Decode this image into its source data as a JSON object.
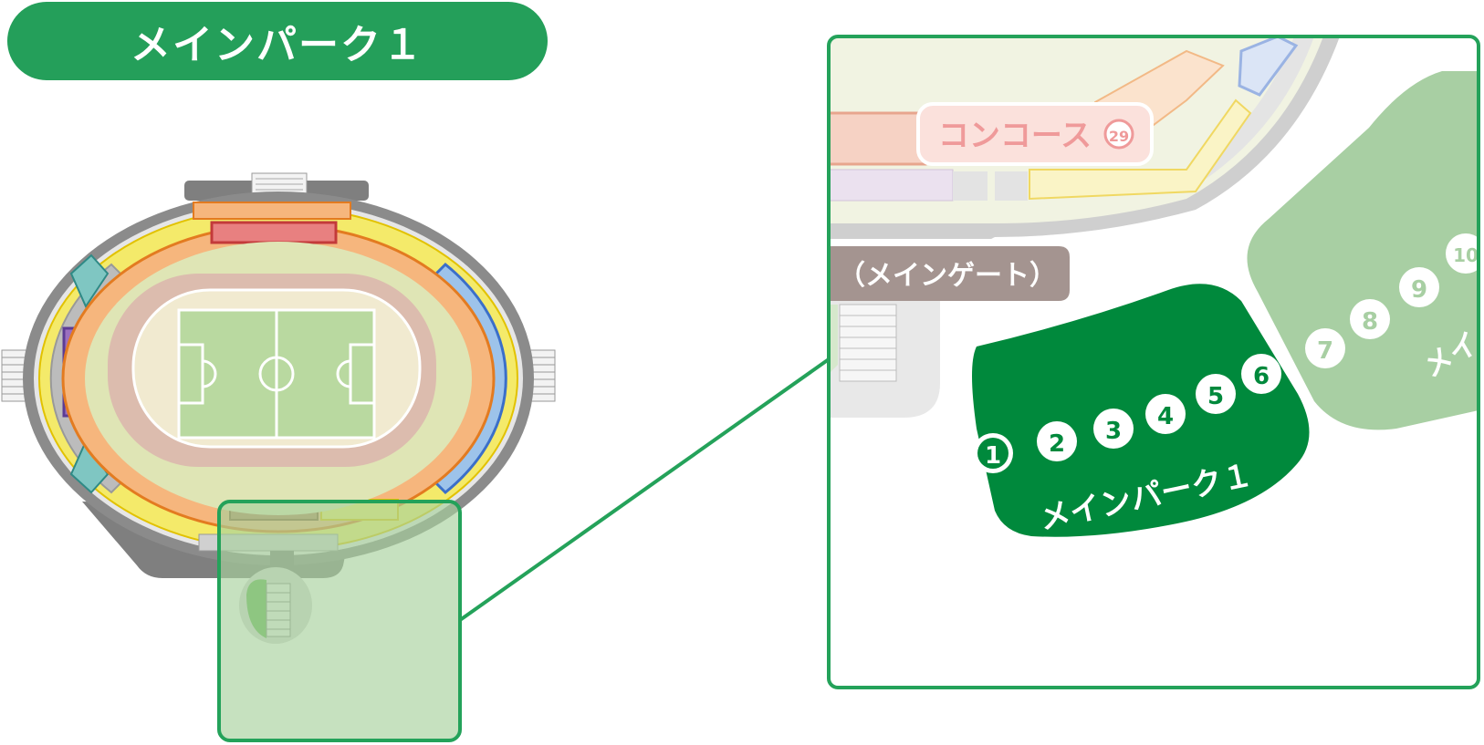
{
  "title": "メインパーク１",
  "inset": {
    "concourse_label": "コンコース",
    "concourse_number": "29",
    "gate_label": "（メインゲート）",
    "park_label": "メインパーク１",
    "park_numbers": [
      "1",
      "2",
      "3",
      "4",
      "5",
      "6"
    ],
    "neighbor_numbers": [
      "7",
      "8",
      "9",
      "10"
    ],
    "neighbor_label_fragment": "メイ"
  },
  "colors": {
    "brand_green": "#249f5a",
    "park_green": "#00893c",
    "neighbor_green": "#a8cfa3",
    "highlight_fill": "#bcdcb6",
    "stadium_gray": "#8b8b8b",
    "field_green": "#b9d9a0",
    "track": "#dcbcae",
    "gate_label_bg": "#a49490"
  }
}
